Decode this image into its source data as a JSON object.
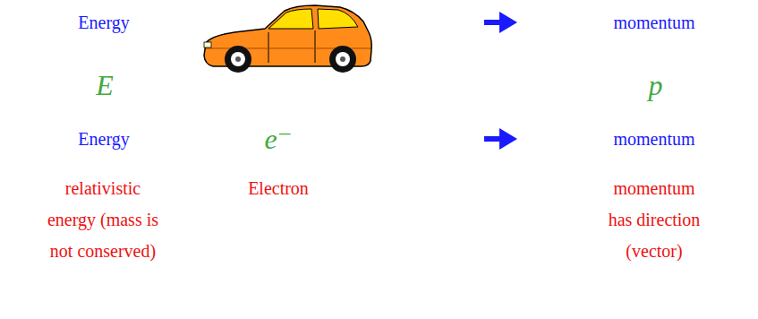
{
  "diagram": {
    "labels": [
      "Energy",
      "momentum",
      "E",
      "p⃗",
      "Energy",
      "e⁻",
      "momentum",
      "relativistic energy (mass is not conserved)",
      "Electron",
      "momentum has direction (vector)"
    ]
  }
}
